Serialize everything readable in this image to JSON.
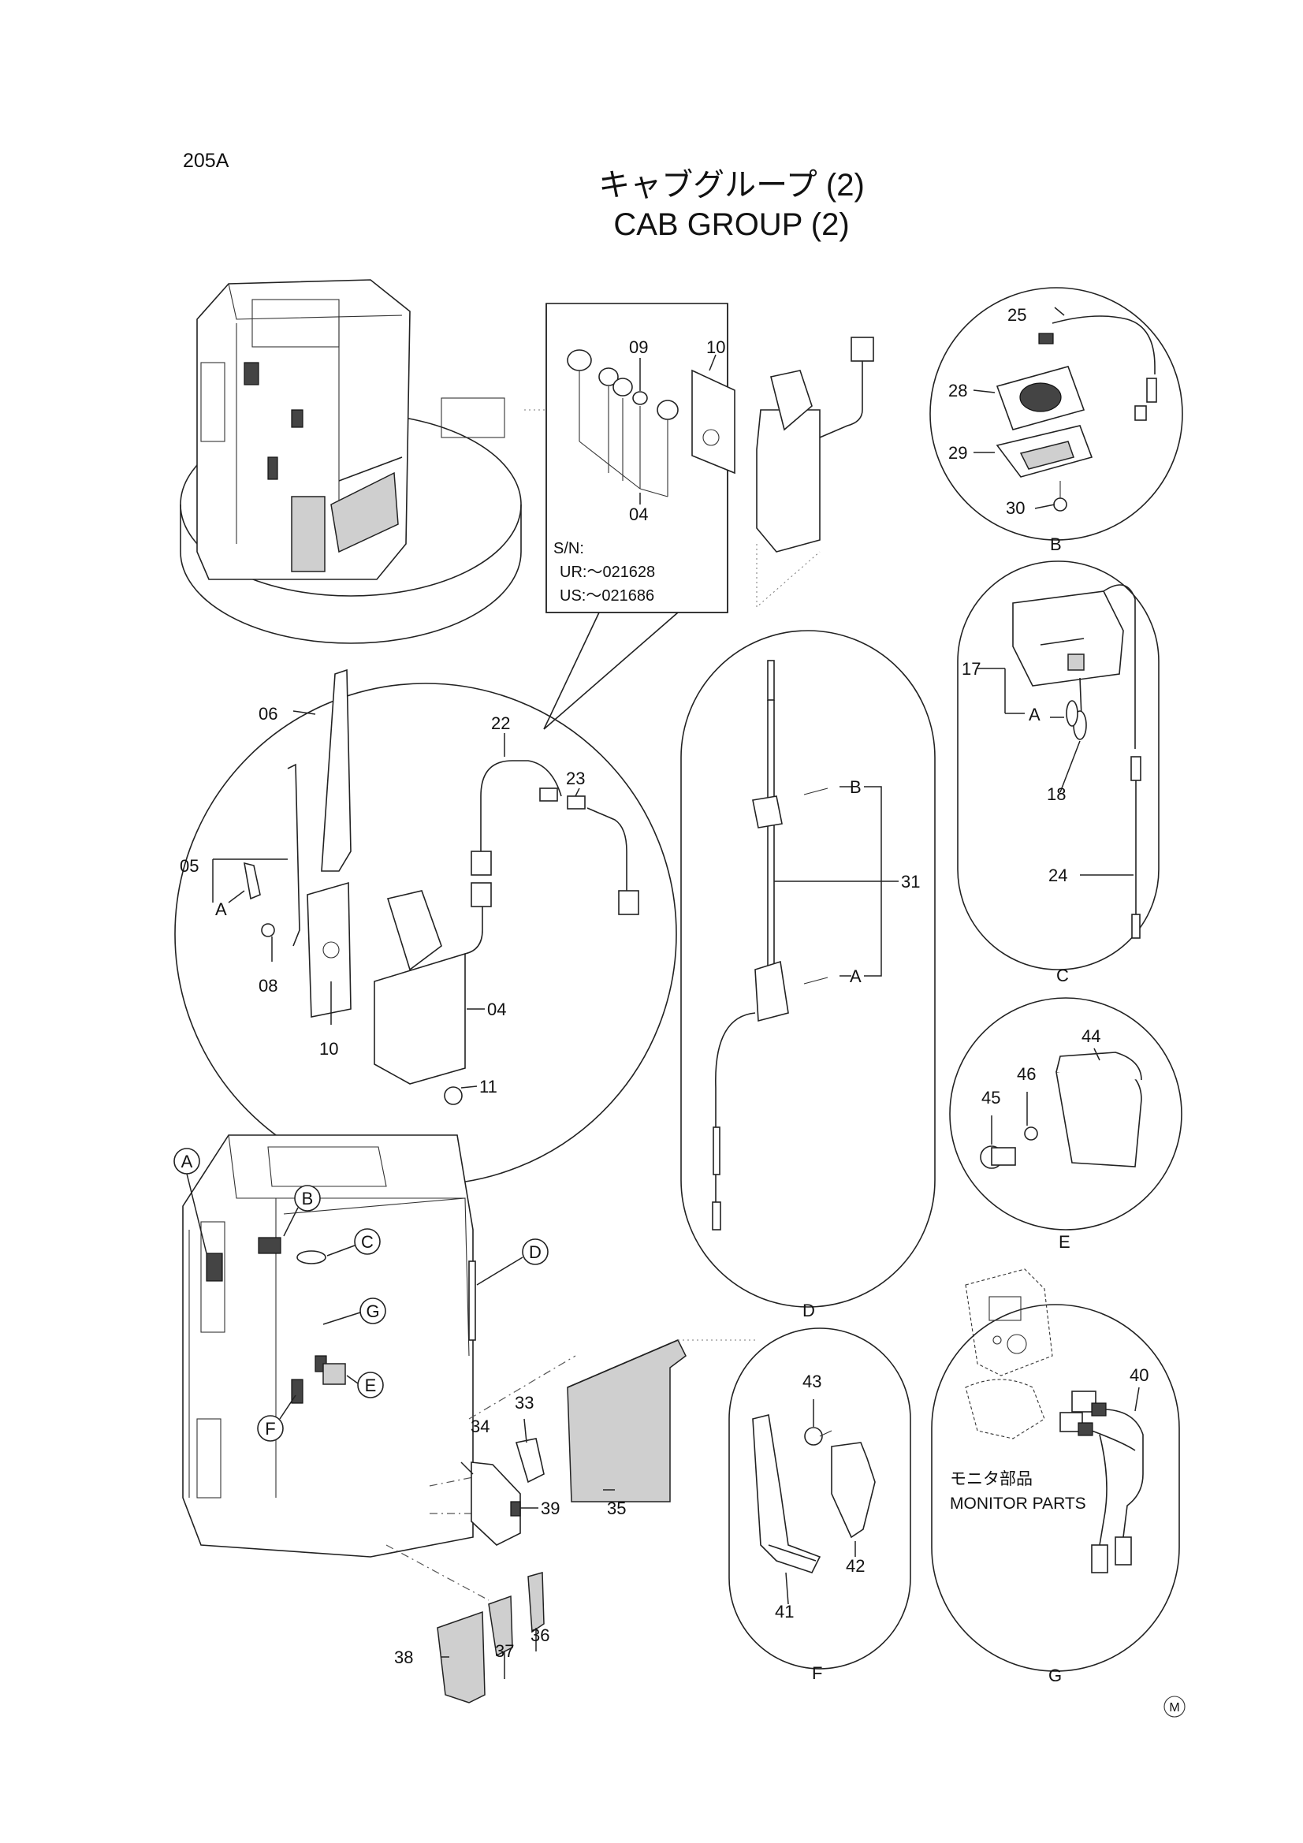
{
  "page": {
    "code": "205A",
    "title_jp": "キャブグループ (2)",
    "title_en": "CAB GROUP (2)",
    "serial_heading": "S/N:",
    "serial_ur": "UR:～021628",
    "serial_us": "US:～021686",
    "monitor_jp": "モニタ部品",
    "monitor_en": "MONITOR PARTS",
    "mark": "M"
  },
  "labels": {
    "p04": "04",
    "p05": "05",
    "p06": "06",
    "p08": "08",
    "p09": "09",
    "p10": "10",
    "p11": "11",
    "p17": "17",
    "p18": "18",
    "p22": "22",
    "p23": "23",
    "p24": "24",
    "p25": "25",
    "p28": "28",
    "p29": "29",
    "p30": "30",
    "p31": "31",
    "p33": "33",
    "p34": "34",
    "p35": "35",
    "p36": "36",
    "p37": "37",
    "p38": "38",
    "p39": "39",
    "p40": "40",
    "p41": "41",
    "p42": "42",
    "p43": "43",
    "p44": "44",
    "p45": "45",
    "p46": "46"
  },
  "callouts": {
    "a": "A",
    "b": "B",
    "c": "C",
    "d": "D",
    "e": "E",
    "f": "F",
    "g": "G"
  }
}
